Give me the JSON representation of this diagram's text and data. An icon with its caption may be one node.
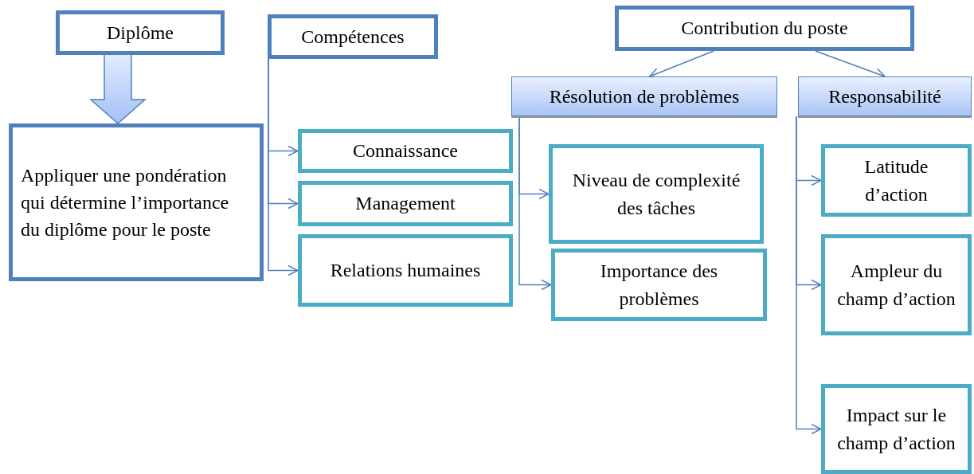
{
  "diagram": {
    "nodes": [
      {
        "text": [
          "Diplôme"
        ]
      },
      {
        "text": [
          "Compétences"
        ]
      },
      {
        "text": [
          "Appliquer une pondération qui détermine l’importance du diplôme pour le poste"
        ]
      },
      {
        "text": [
          "Connaissance"
        ]
      },
      {
        "text": [
          "Management"
        ]
      },
      {
        "text": [
          "Relations humaines"
        ]
      },
      {
        "text": [
          "Contribution du poste"
        ]
      },
      {
        "text": [
          "Résolution de problèmes"
        ]
      },
      {
        "text": [
          "Responsabilité"
        ]
      },
      {
        "text": [
          "Niveau de complexité des tâches"
        ]
      },
      {
        "text": [
          "Importance des problèmes"
        ]
      },
      {
        "text": [
          "Latitude d’action"
        ]
      },
      {
        "text": [
          "Ampleur du champ d’action"
        ]
      },
      {
        "text": [
          "Impact sur le champ d’action"
        ]
      }
    ],
    "edges": [
      {
        "from": 0,
        "to": 2,
        "arrow": "to",
        "style": "thick"
      },
      {
        "from": 1,
        "to": 3,
        "arrow": "to"
      },
      {
        "from": 1,
        "to": 4,
        "arrow": "to"
      },
      {
        "from": 1,
        "to": 5,
        "arrow": "to"
      },
      {
        "from": 6,
        "to": 7,
        "arrow": "to"
      },
      {
        "from": 6,
        "to": 8,
        "arrow": "to"
      },
      {
        "from": 7,
        "to": 9,
        "arrow": "to"
      },
      {
        "from": 7,
        "to": 10,
        "arrow": "to"
      },
      {
        "from": 8,
        "to": 11,
        "arrow": "to"
      },
      {
        "from": 8,
        "to": 12,
        "arrow": "to"
      },
      {
        "from": 8,
        "to": 13,
        "arrow": "to"
      }
    ]
  }
}
